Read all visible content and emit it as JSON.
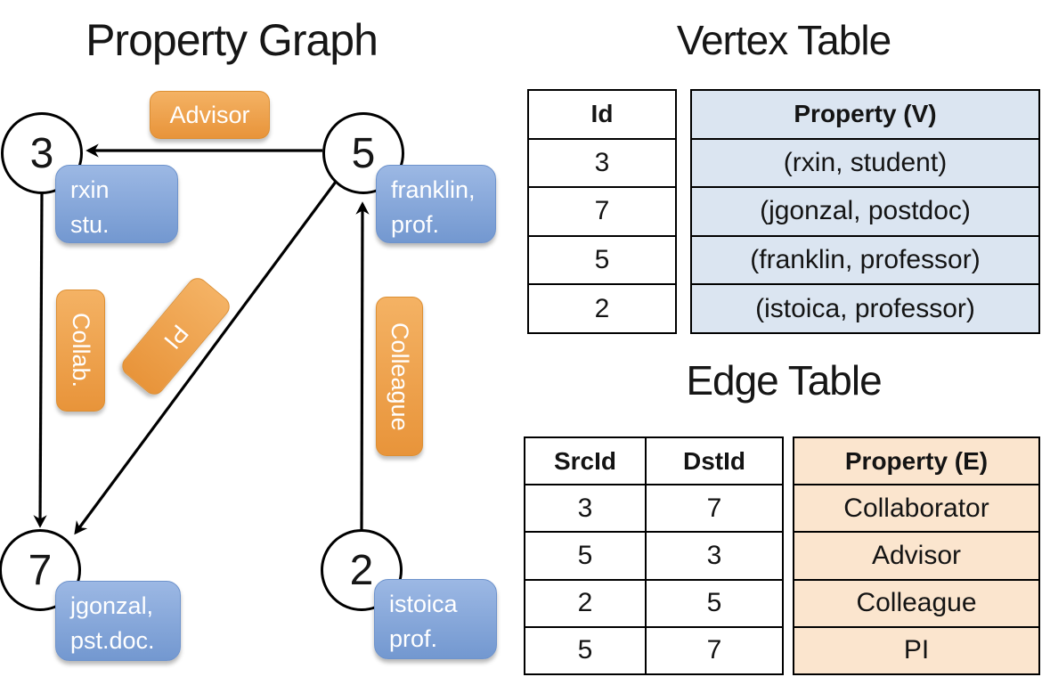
{
  "graph": {
    "title": "Property Graph",
    "nodes": {
      "n3": {
        "id": "3",
        "prop_line1": "rxin",
        "prop_line2": "stu."
      },
      "n5": {
        "id": "5",
        "prop_line1": "franklin,",
        "prop_line2": "prof."
      },
      "n7": {
        "id": "7",
        "prop_line1": "jgonzal,",
        "prop_line2": "pst.doc."
      },
      "n2": {
        "id": "2",
        "prop_line1": "istoica",
        "prop_line2": "prof."
      }
    },
    "edge_labels": {
      "advisor": "Advisor",
      "collab": "Collab.",
      "pi": "PI",
      "colleague": "Colleague"
    },
    "edges": [
      {
        "src": "5",
        "dst": "3",
        "label": "Advisor"
      },
      {
        "src": "3",
        "dst": "7",
        "label": "Collab."
      },
      {
        "src": "5",
        "dst": "7",
        "label": "PI"
      },
      {
        "src": "2",
        "dst": "5",
        "label": "Colleague"
      }
    ]
  },
  "vertex_table": {
    "title": "Vertex Table",
    "columns": {
      "id": "Id",
      "property": "Property (V)"
    },
    "rows": [
      [
        "3",
        "(rxin, student)"
      ],
      [
        "7",
        "(jgonzal, postdoc)"
      ],
      [
        "5",
        "(franklin, professor)"
      ],
      [
        "2",
        "(istoica, professor)"
      ]
    ]
  },
  "edge_table": {
    "title": "Edge Table",
    "columns": {
      "src": "SrcId",
      "dst": "DstId",
      "property": "Property (E)"
    },
    "rows": [
      [
        "3",
        "7",
        "Collaborator"
      ],
      [
        "5",
        "3",
        "Advisor"
      ],
      [
        "2",
        "5",
        "Colleague"
      ],
      [
        "5",
        "7",
        "PI"
      ]
    ]
  },
  "colors": {
    "edge_label_orange": "#ED9D45",
    "property_box_blue": "#84A6DA",
    "vertex_property_fill": "#DBE5F1",
    "edge_property_fill": "#FBE5CE",
    "line_black": "#000000"
  }
}
